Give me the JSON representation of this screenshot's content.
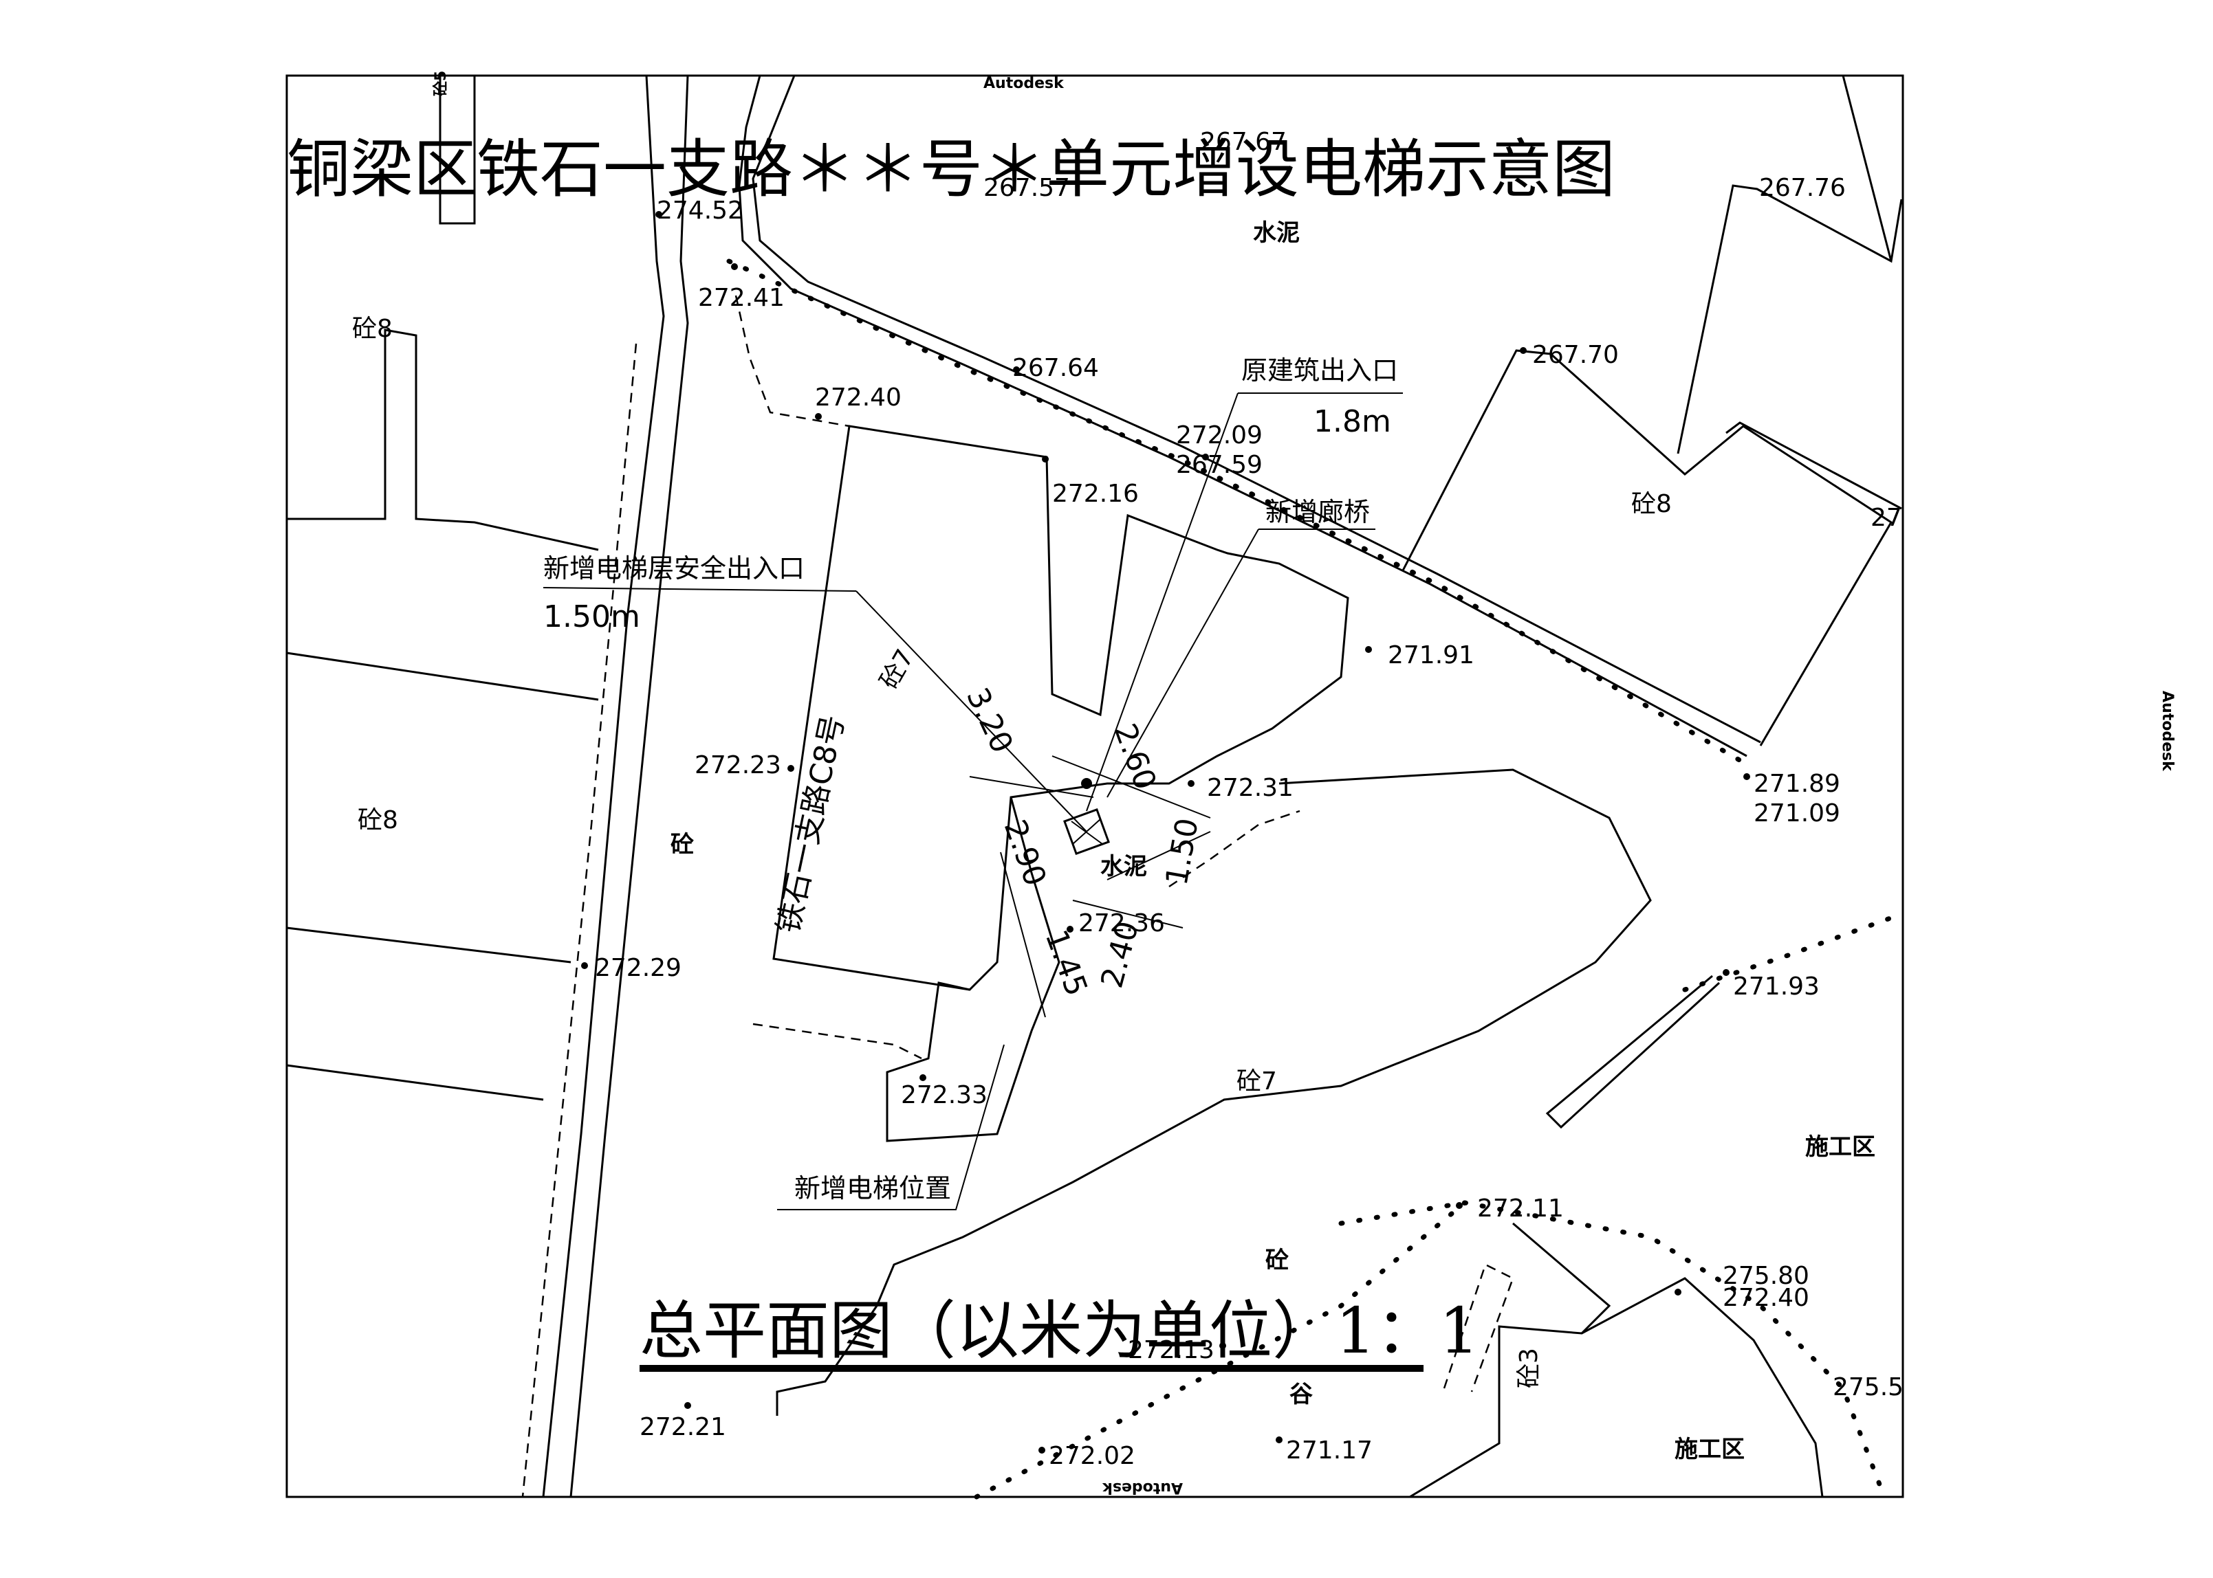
{
  "header_mark": "Autodesk",
  "side_mark": "Autodesk",
  "bottom_mark": "Autodesk",
  "title": "铜梁区铁石一支路＊＊号＊单元增设电梯示意图",
  "footer_title": "总平面图（以米为单位）1：1",
  "labels": {
    "original_exit": "原建筑出入口",
    "original_exit_width": "1.8m",
    "new_corridor": "新增廊桥",
    "new_safety_exit": "新增电梯层安全出入口",
    "new_safety_exit_width": "1.50m",
    "new_elevator": "新增电梯位置",
    "building_number": "铁石一支路C8号",
    "building_floors": "砼7"
  },
  "materials": {
    "cement_top": "水泥",
    "cement_mid": "水泥",
    "concrete_left": "砼",
    "concrete_bottom": "砼",
    "zone_a": "砼8",
    "zone_b": "砼8",
    "zone_c": "砼8",
    "zone_d": "砼7",
    "zone_e": "砼3",
    "valley": "谷",
    "construction_1": "施工区",
    "construction_2": "施工区",
    "block_left": "砼5"
  },
  "elevations": {
    "e1": "274.52",
    "e2": "272.41",
    "e3": "272.40",
    "e4": "267.64",
    "e5": "267.57",
    "e6": "267.67",
    "e7": "267.76",
    "e8": "267.70",
    "e9": "272.09",
    "e10": "267.59",
    "e11": "272.16",
    "e12": "271.91",
    "e13": "271.89",
    "e14": "271.09",
    "e15": "272.31",
    "e16": "272.36",
    "e17": "272.23",
    "e18": "272.29",
    "e19": "272.33",
    "e20": "271.93",
    "e21": "272.11",
    "e22": "275.80",
    "e23": "272.40",
    "e24": "272.13",
    "e25": "275.5",
    "e26": "272.21",
    "e27": "272.02",
    "e28": "271.17",
    "e29": "27"
  },
  "dimensions": {
    "d1": "3.20",
    "d2": "2.90",
    "d3": "1.50",
    "d4": "2.60",
    "d5": "2.40",
    "d6": "1.45"
  }
}
